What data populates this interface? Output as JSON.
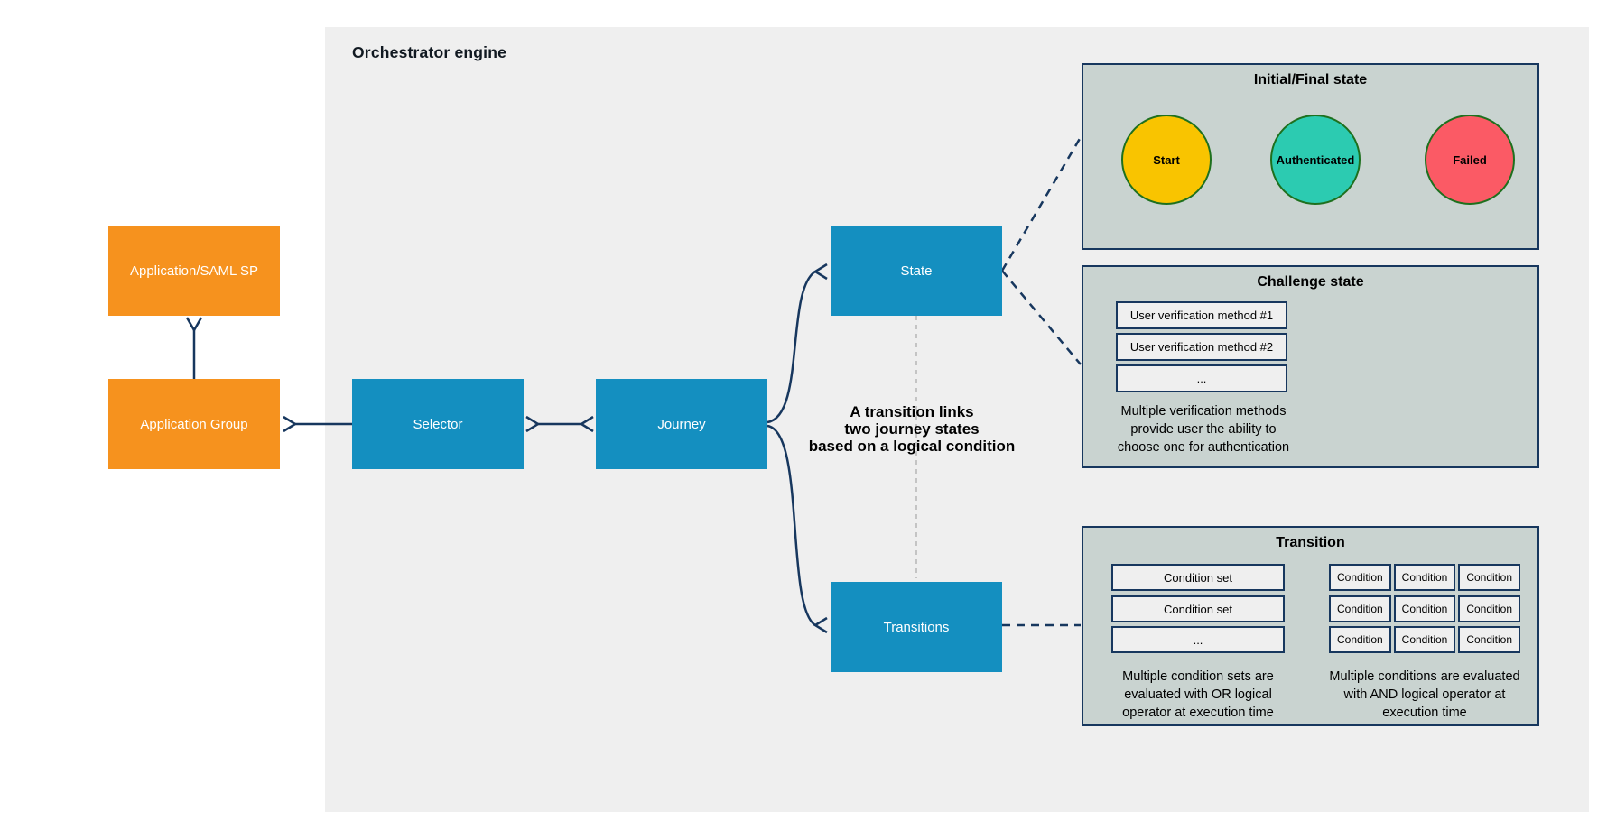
{
  "canvas": {
    "title": "Orchestrator engine"
  },
  "nodes": {
    "application_saml_sp": "Application/SAML SP",
    "application_group": "Application Group",
    "selector": "Selector",
    "journey": "Journey",
    "state": "State",
    "transitions": "Transitions"
  },
  "annotation": {
    "lines": [
      "A transition links",
      "two journey states",
      "based on a logical condition"
    ]
  },
  "panels": {
    "initial_final": {
      "title": "Initial/Final state",
      "circles": [
        {
          "label": "Start",
          "fill": "#f9c400"
        },
        {
          "label": "Authenticated",
          "fill": "#2ccbb1"
        },
        {
          "label": "Failed",
          "fill": "#fb5a65"
        }
      ],
      "circle_border": "#1e701e"
    },
    "challenge": {
      "title": "Challenge state",
      "methods": [
        "User verification method #1",
        "User verification method #2",
        "..."
      ],
      "caption": [
        "Multiple verification methods",
        "provide user the ability to",
        "choose one for authentication"
      ]
    },
    "transition": {
      "title": "Transition",
      "condition_sets": [
        "Condition set",
        "Condition set",
        "..."
      ],
      "condition_grid": [
        [
          "Condition",
          "Condition",
          "Condition"
        ],
        [
          "Condition",
          "Condition",
          "Condition"
        ],
        [
          "Condition",
          "Condition",
          "Condition"
        ]
      ],
      "caption_or": [
        "Multiple condition sets are",
        "evaluated with OR logical",
        "operator at execution time"
      ],
      "caption_and": [
        "Multiple conditions are evaluated",
        "with AND logical operator at",
        "execution time"
      ]
    }
  },
  "colors": {
    "engine_panel_bg": "#efefef",
    "node_blue": "#148fc0",
    "node_orange": "#f6921e",
    "connector_navy": "#17375e",
    "detail_panel_bg": "#c9d3d0",
    "dashed_gray": "#b5b5b5"
  }
}
